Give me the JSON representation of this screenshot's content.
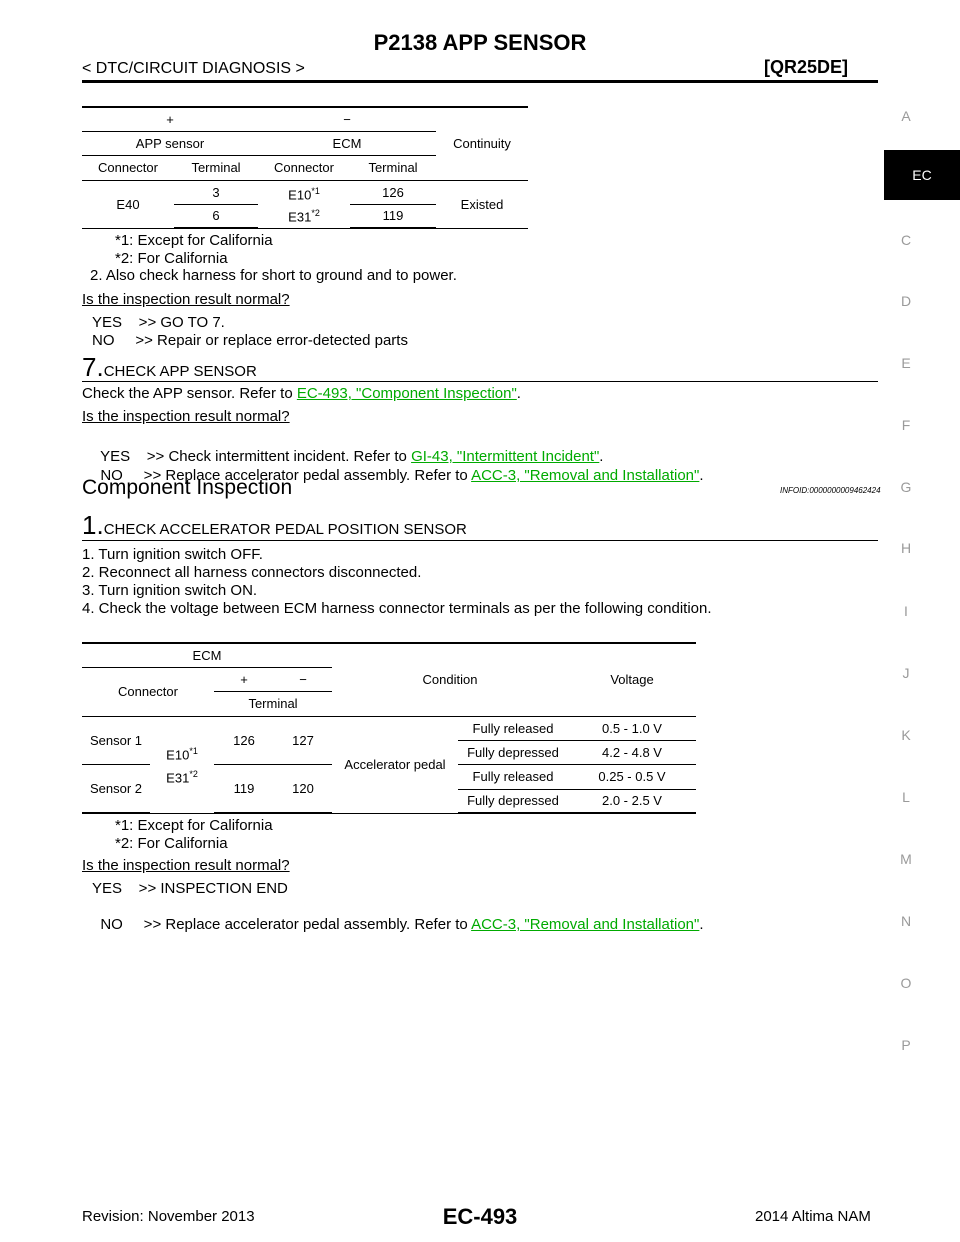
{
  "header": {
    "title": "P2138 APP SENSOR",
    "left": "< DTC/CIRCUIT DIAGNOSIS >",
    "right": "[QR25DE]"
  },
  "side_index": {
    "letters": [
      "A",
      "EC",
      "C",
      "D",
      "E",
      "F",
      "G",
      "H",
      "I",
      "J",
      "K",
      "L",
      "M",
      "N",
      "O",
      "P"
    ],
    "active": "EC"
  },
  "table1": {
    "plus": "+",
    "minus": "−",
    "continuity": "Continuity",
    "app_sensor": "APP sensor",
    "ecm": "ECM",
    "connector": "Connector",
    "terminal": "Terminal",
    "e40": "E40",
    "t3": "3",
    "t6": "6",
    "e10": "E10",
    "e31": "E31",
    "sup1": "*1",
    "sup2": "*2",
    "t126": "126",
    "t119": "119",
    "existed": "Existed"
  },
  "notes1": {
    "n1": "*1: Except for California",
    "n2": "*2: For California"
  },
  "step6_item2": "2. Also check harness for short to ground and to power.",
  "question": "Is the inspection result normal?",
  "step6_yes": "YES    >> GO TO 7.",
  "step6_no": "NO     >> Repair or replace error-detected parts",
  "step7": {
    "num": "7.",
    "title": "CHECK APP SENSOR",
    "check_text": "Check the APP sensor. Refer to ",
    "check_link": "EC-493, \"Component Inspection\"",
    "period": ".",
    "yes_text": "YES    >> Check intermittent incident. Refer to ",
    "yes_link": "GI-43, \"Intermittent Incident\"",
    "no_text": "NO     >> Replace accelerator pedal assembly. Refer to ",
    "no_link": "ACC-3, \"Removal and Installation\""
  },
  "component": {
    "title": "Component Inspection",
    "infoid": "INFOID:0000000009462424",
    "step_num": "1.",
    "step_title": "CHECK ACCELERATOR PEDAL POSITION SENSOR",
    "items": [
      "1. Turn ignition switch OFF.",
      "2. Reconnect all harness connectors disconnected.",
      "3. Turn ignition switch ON.",
      "4. Check the voltage between ECM harness connector terminals as per the following condition."
    ]
  },
  "table2": {
    "ecm": "ECM",
    "condition": "Condition",
    "voltage": "Voltage",
    "connector": "Connector",
    "plus": "+",
    "minus": "−",
    "terminal": "Terminal",
    "sensor1": "Sensor 1",
    "sensor2": "Sensor 2",
    "e10": "E10",
    "e31": "E31",
    "sup1": "*1",
    "sup2": "*2",
    "t126": "126",
    "t127": "127",
    "t119": "119",
    "t120": "120",
    "accel": "Accelerator pedal",
    "rows": [
      {
        "state": "Fully released",
        "volt": "0.5 - 1.0 V"
      },
      {
        "state": "Fully depressed",
        "volt": "4.2 - 4.8 V"
      },
      {
        "state": "Fully released",
        "volt": "0.25 - 0.5 V"
      },
      {
        "state": "Fully depressed",
        "volt": "2.0 - 2.5 V"
      }
    ]
  },
  "notes2": {
    "n1": "*1: Except for California",
    "n2": "*2: For California"
  },
  "final": {
    "question": "Is the inspection result normal?",
    "yes": "YES    >> INSPECTION END",
    "no_text": "NO     >> Replace accelerator pedal assembly. Refer to ",
    "no_link": "ACC-3, \"Removal and Installation\"",
    "period": "."
  },
  "footer": {
    "left": "Revision: November 2013",
    "center": "EC-493",
    "right": "2014 Altima NAM"
  }
}
